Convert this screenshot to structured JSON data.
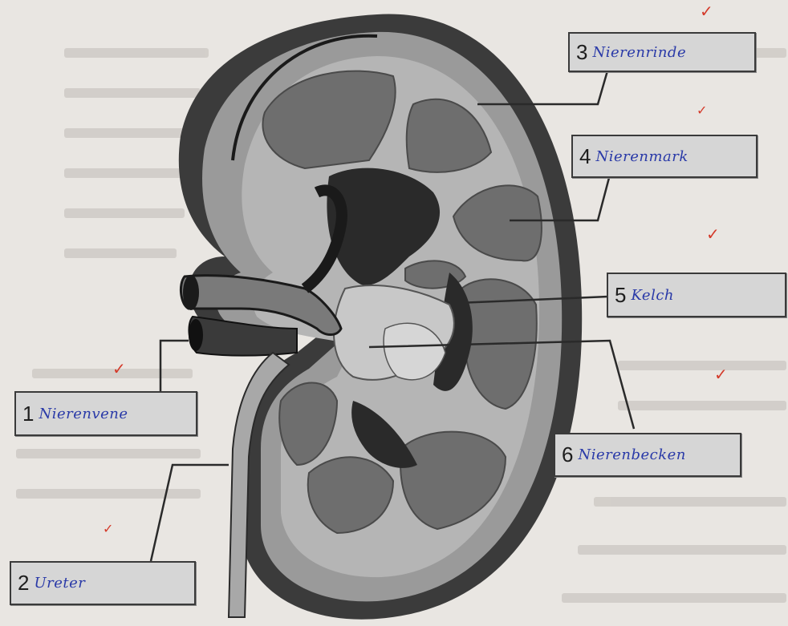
{
  "labels": [
    {
      "number": "1",
      "text": "Nierenvene"
    },
    {
      "number": "2",
      "text": "Ureter"
    },
    {
      "number": "3",
      "text": "Nierenrinde"
    },
    {
      "number": "4",
      "text": "Nierenmark"
    },
    {
      "number": "5",
      "text": "Kelch"
    },
    {
      "number": "6",
      "text": "Nierenbecken"
    }
  ],
  "checkmark": "✓",
  "colors": {
    "handwriting": "#2a3aa8",
    "checkmark": "#d43a2a",
    "box": "#d6d6d6"
  }
}
